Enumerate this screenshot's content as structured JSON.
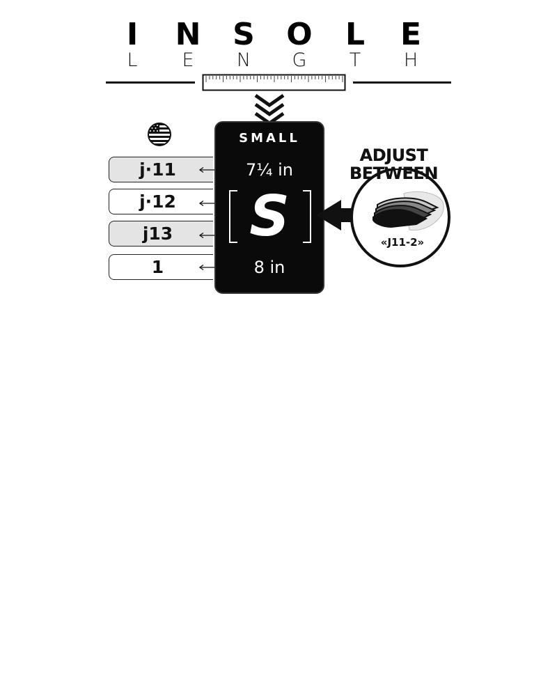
{
  "title": {
    "main_letters": [
      "I",
      "N",
      "S",
      "O",
      "L",
      "E"
    ],
    "sub_letters": [
      "L",
      "E",
      "N",
      "G",
      "T",
      "H"
    ]
  },
  "icons": {
    "flag": "us-flag-icon",
    "ruler": "ruler-icon",
    "chevrons": "triple-chevron-down-icon",
    "pointer": "arrow-left-icon",
    "insole": "insole-stack-icon"
  },
  "sizes": [
    {
      "label": "j·11",
      "shaded": true
    },
    {
      "label": "j·12",
      "shaded": false
    },
    {
      "label": "j13",
      "shaded": true
    },
    {
      "label": "1",
      "shaded": false
    }
  ],
  "card": {
    "size_name": "SMALL",
    "min_length": "7¼ in",
    "letter": "S",
    "max_length": "8 in"
  },
  "adjust": {
    "line1": "ADJUST",
    "line2": "BETWEEN",
    "range": "«J11-2»"
  },
  "colors": {
    "card": "#0a0a0a",
    "shaded_row": "#e4e4e4",
    "text": "#111111"
  }
}
